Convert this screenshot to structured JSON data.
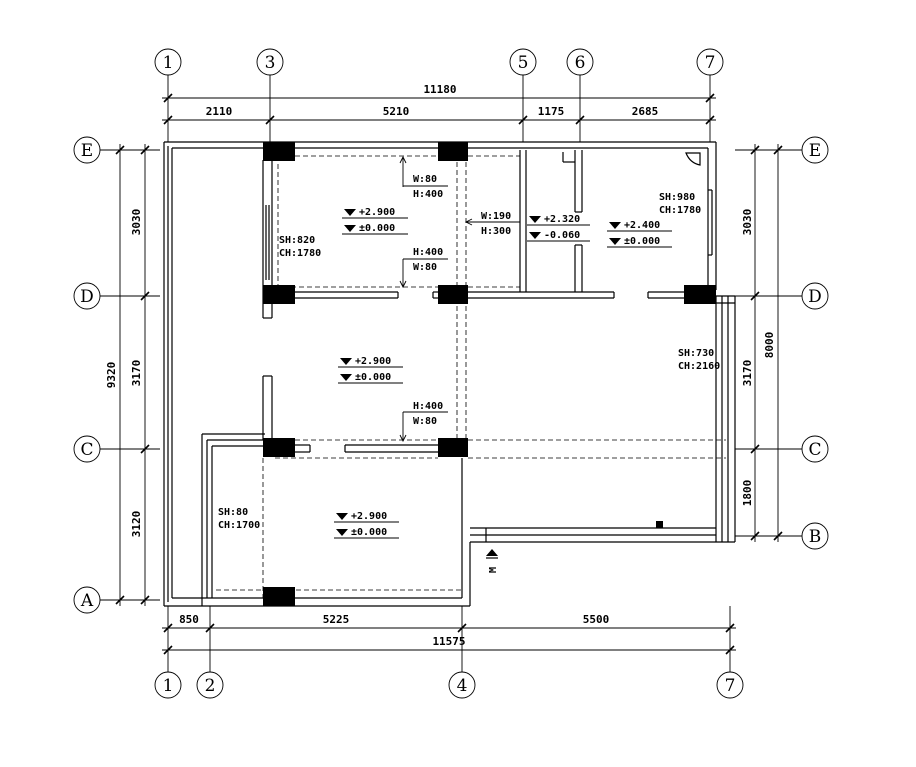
{
  "grid_axes": {
    "top": [
      "1",
      "3",
      "5",
      "6",
      "7"
    ],
    "bottom": [
      "1",
      "2",
      "4",
      "7"
    ],
    "left": [
      "E",
      "D",
      "C",
      "A"
    ],
    "right": [
      "E",
      "D",
      "C",
      "B"
    ]
  },
  "dimensions": {
    "top_total": "11180",
    "top_segments": [
      "2110",
      "5210",
      "1175",
      "2685"
    ],
    "bottom_segments": [
      "850",
      "5225",
      "5500"
    ],
    "bottom_total": "11575",
    "left_total": "9320",
    "left_segments": [
      "3030",
      "3170",
      "3120"
    ],
    "right_total": "8000",
    "right_segments": [
      "3030",
      "3170",
      "1800"
    ]
  },
  "annotations": {
    "beam_top_room_a": [
      "W:80",
      "H:400"
    ],
    "beam_top_room_b": [
      "H:400",
      "W:80"
    ],
    "beam_middle": [
      "H:400",
      "W:80"
    ],
    "beam_w190": [
      "W:190",
      "H:300"
    ],
    "window_left_upper": [
      "SH:820",
      "CH:1780"
    ],
    "window_right_upper": [
      "SH:980",
      "CH:1780"
    ],
    "window_right_mid": [
      "SH:730",
      "CH:2160"
    ],
    "window_left_lower": [
      "SH:80",
      "CH:1700"
    ]
  },
  "levels": {
    "room_top_left": [
      "+2.900",
      "±0.000"
    ],
    "room_small": [
      "+2.320",
      "-0.060"
    ],
    "room_top_right": [
      "+2.400",
      "±0.000"
    ],
    "room_middle": [
      "+2.900",
      "±0.000"
    ],
    "room_bottom": [
      "+2.900",
      "±0.000"
    ]
  },
  "entrance_label": "M"
}
